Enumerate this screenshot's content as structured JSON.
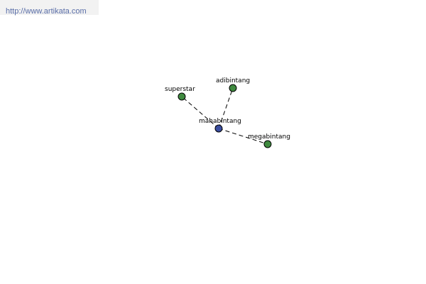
{
  "source": {
    "url_text": "http://www.artikata.com"
  },
  "colors": {
    "center_node": "#3b4ea0",
    "related_node": "#3f8a3f",
    "banner_bg": "#f2f2f2",
    "link_text": "#5a6ea8"
  },
  "graph": {
    "center": {
      "id": "center",
      "label": "mahabintang"
    },
    "related": [
      {
        "id": "superstar",
        "label": "superstar"
      },
      {
        "id": "adibintang",
        "label": "adibintang"
      },
      {
        "id": "megabintang",
        "label": "megabintang"
      }
    ]
  }
}
